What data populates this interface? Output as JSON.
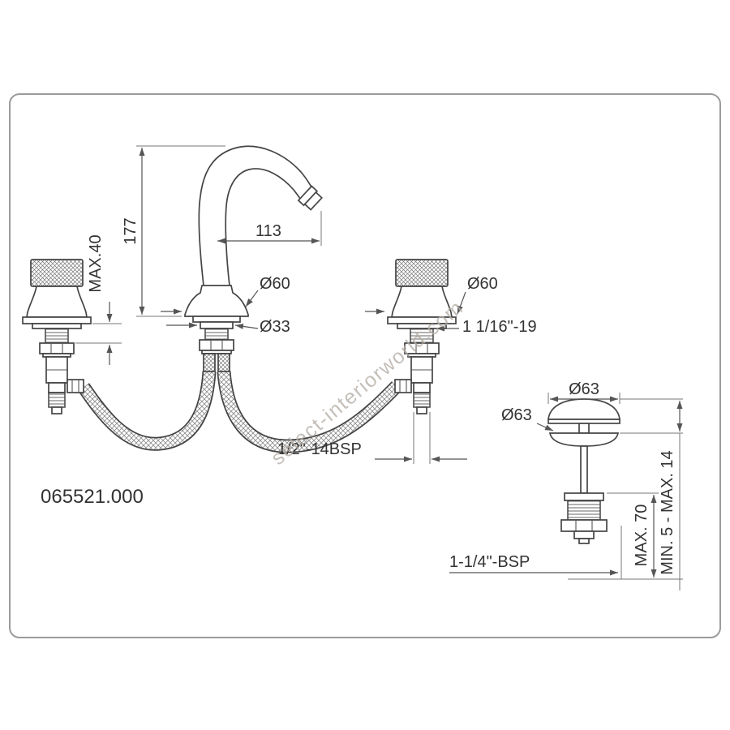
{
  "drawing": {
    "part_number": "065521.000",
    "watermark": "select-interiorworld.com",
    "colors": {
      "line": "#444444",
      "dimension": "#555555",
      "watermark": "#b6aea7"
    }
  },
  "labels": {
    "spout_height": "177",
    "spout_reach": "113",
    "deck_max": "MAX.40",
    "spout_base_dia": "Ø60",
    "spout_shank_dia": "Ø33",
    "valve_trim_dia": "Ø60",
    "valve_thread": "1 1/16\"-19",
    "hose_thread": "1/2\"-14BSP",
    "waste_cap_dia": "Ø63",
    "waste_flange_dia": "Ø63",
    "waste_height_max": "MAX. 70",
    "waste_deck_range": "MIN. 5 - MAX. 14",
    "waste_thread": "1-1/4\"-BSP"
  }
}
